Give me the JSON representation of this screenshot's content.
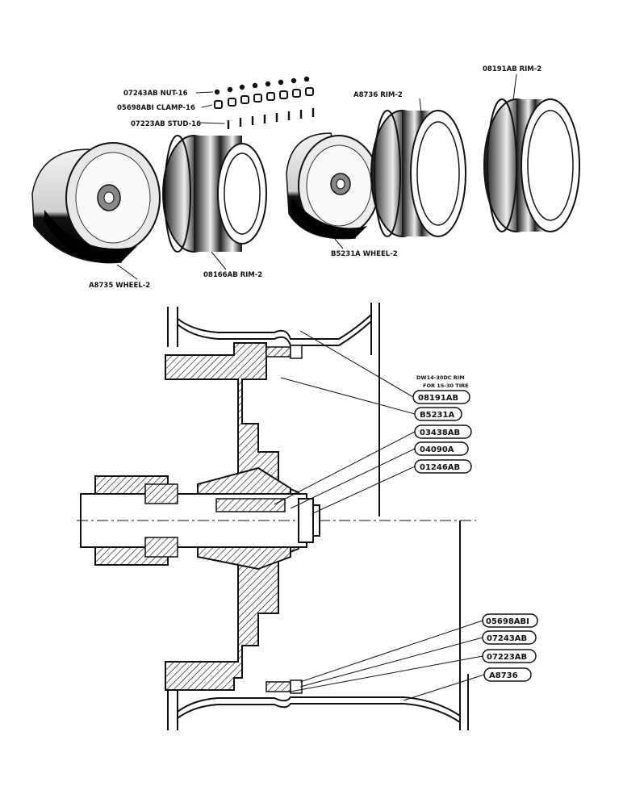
{
  "exploded_view": {
    "nut": "07243AB NUT-16",
    "clamp": "05698ABI CLAMP-16",
    "stud": "07223AB STUD-16",
    "rim_a8736": "A8736  RIM-2",
    "rim_08191": "08191AB RIM-2",
    "wheel_a8735": "A8735  WHEEL-2",
    "rim_08166": "08166AB RIM-2",
    "wheel_b5231": "B5231A WHEEL-2"
  },
  "section_view": {
    "rim_note_1": "DW14-30DC RIM",
    "rim_note_2": "FOR 15-30 TIRE",
    "callouts": [
      "08191AB",
      "B5231A",
      "03438AB",
      "04090A",
      "01246AB",
      "05698ABI",
      "07243AB",
      "07223AB",
      "A8736"
    ]
  }
}
